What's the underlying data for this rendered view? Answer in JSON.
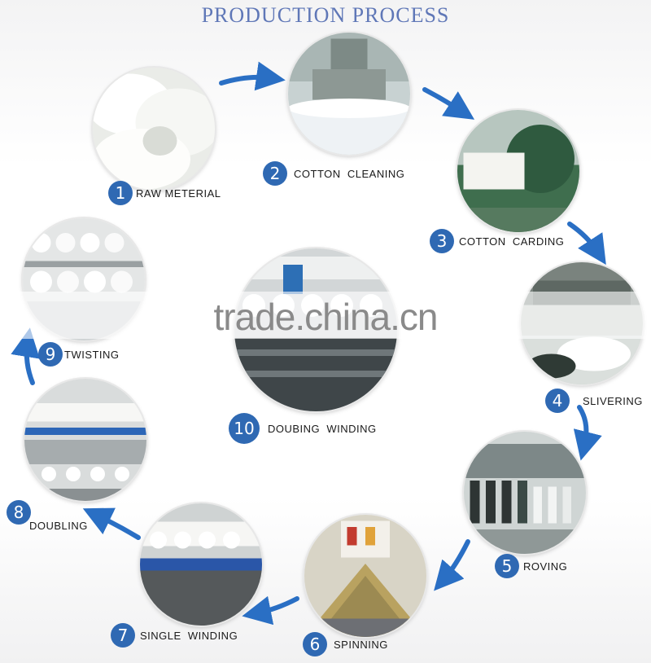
{
  "title": "PRODUCTION PROCESS",
  "watermark": "trade.china.cn",
  "accent_color": "#2f69b3",
  "title_color": "#5f77b7",
  "steps": [
    {
      "number": "1",
      "label": "RAW METERIAL"
    },
    {
      "number": "2",
      "label": "COTTON  CLEANING"
    },
    {
      "number": "3",
      "label": "COTTON  CARDING"
    },
    {
      "number": "4",
      "label": "SLIVERING"
    },
    {
      "number": "5",
      "label": "ROVING"
    },
    {
      "number": "6",
      "label": "SPINNING"
    },
    {
      "number": "7",
      "label": "SINGLE  WINDING"
    },
    {
      "number": "8",
      "label": "DOUBLING"
    },
    {
      "number": "9",
      "label": "TWISTING"
    },
    {
      "number": "10",
      "label": "DOUBING  WINDING"
    }
  ]
}
